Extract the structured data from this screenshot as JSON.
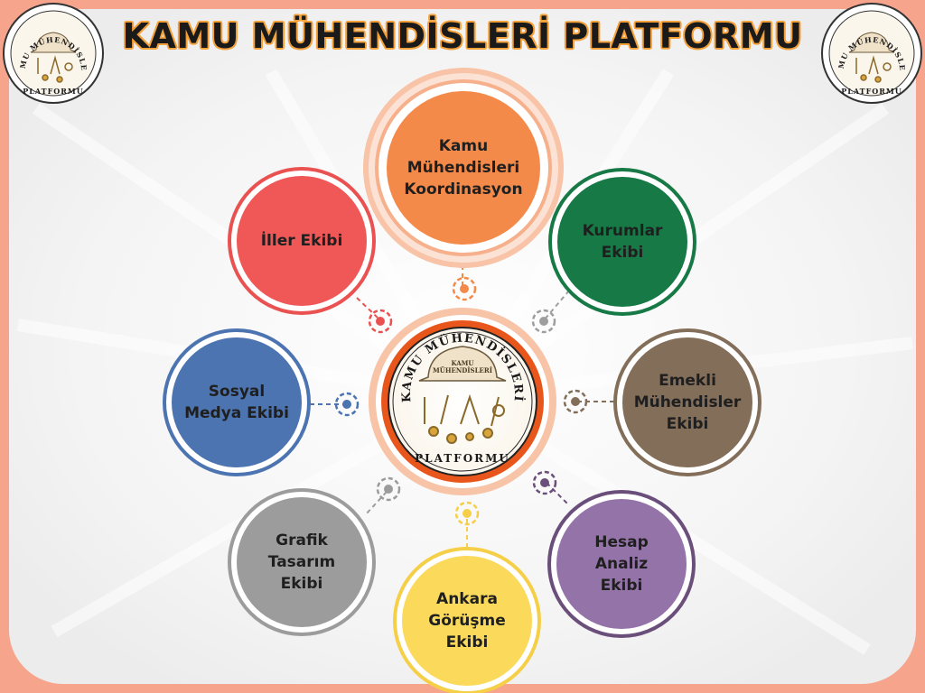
{
  "title": "KAMU MÜHENDİSLERİ PLATFORMU",
  "logo": {
    "arc_text": "KAMU MÜHENDİSLERİ",
    "bottom_text": "PLATFORMU",
    "helmet_text": "KAMU\nMÜHENDİSLERİ"
  },
  "nodes": {
    "koordinasyon": {
      "label": "Kamu\nMühendisleri\nKoordinasyon",
      "color": "#f48a4a",
      "ring": "#f6b08b"
    },
    "kurumlar": {
      "label": "Kurumlar\nEkibi",
      "color": "#177a46",
      "ring": "#177a46"
    },
    "emekli": {
      "label": "Emekli\nMühendisler\nEkibi",
      "color": "#836e5a",
      "ring": "#836e5a"
    },
    "hesap": {
      "label": "Hesap\nAnaliz\nEkibi",
      "color": "#9474a8",
      "ring": "#6a4f7b"
    },
    "ankara": {
      "label": "Ankara\nGörüşme\nEkibi",
      "color": "#fbd95a",
      "ring": "#f6cf48"
    },
    "grafik": {
      "label": "Grafik\nTasarım\nEkibi",
      "color": "#9c9c9c",
      "ring": "#9c9c9c"
    },
    "sosyal": {
      "label": "Sosyal\nMedya  Ekibi",
      "color": "#4c74b1",
      "ring": "#4c74b1"
    },
    "iller": {
      "label": "İller Ekibi",
      "color": "#f05757",
      "ring": "#ea5252"
    }
  }
}
